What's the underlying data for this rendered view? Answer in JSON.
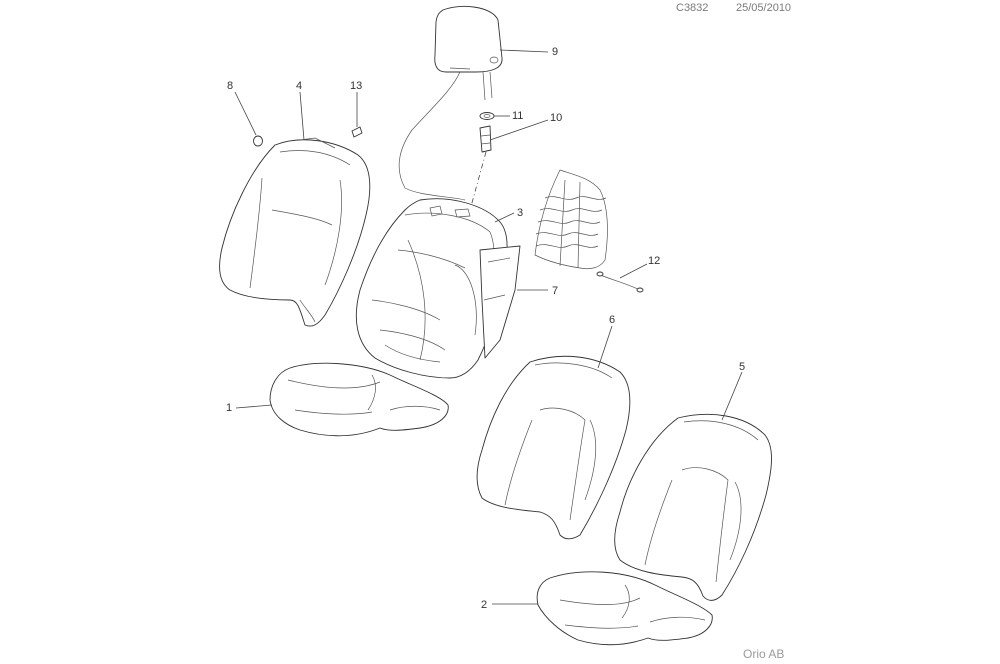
{
  "header": {
    "code": "C3832",
    "date": "25/05/2010"
  },
  "footer": {
    "brand": "Orio AB"
  },
  "callouts": [
    "1",
    "2",
    "3",
    "4",
    "5",
    "6",
    "7",
    "8",
    "9",
    "10",
    "11",
    "12",
    "13"
  ],
  "colors": {
    "line": "#333333",
    "text": "#333333",
    "muted": "#7a7a7a"
  }
}
